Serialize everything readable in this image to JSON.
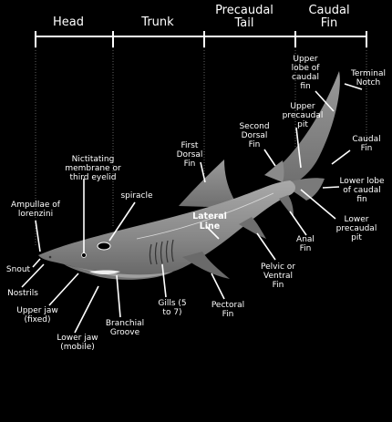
{
  "sections": [
    {
      "key": "head",
      "text": "Head"
    },
    {
      "key": "trunk",
      "text": "Trunk"
    },
    {
      "key": "precaudal",
      "text": "Precaudal\nTail"
    },
    {
      "key": "caudal",
      "text": "Caudal\nFin"
    }
  ],
  "labels": {
    "ampullae": "Ampullae of\nlorenzini",
    "nictitating": "Nictitating\nmembrane or\nthird eyelid",
    "spiracle": "spiracle",
    "first_dorsal": "First\nDorsal\nFin",
    "lateral_line": "Lateral\nLine",
    "second_dorsal": "Second\nDorsal\nFin",
    "upper_caudal_lobe": "Upper\nlobe of\ncaudal\nfin",
    "terminal_notch": "Terminal\nNotch",
    "upper_precaudal_pit": "Upper\nprecaudal\npit",
    "caudal_fin": "Caudal\nFin",
    "lower_caudal_lobe": "Lower lobe\nof caudal\nfin",
    "lower_precaudal_pit": "Lower\nprecaudal\npit",
    "anal_fin": "Anal\nFin",
    "pelvic_fin": "Pelvic or\nVentral\nFin",
    "pectoral_fin": "Pectoral\nFin",
    "gills": "Gills (5\nto 7)",
    "branchial_groove": "Branchial\nGroove",
    "lower_jaw": "Lower jaw\n(mobile)",
    "upper_jaw": "Upper jaw\n(fixed)",
    "nostrils": "Nostrils",
    "snout": "Snout"
  },
  "colors": {
    "background": "#000000",
    "body": "#8f8f8f",
    "line": "#ffffff"
  }
}
